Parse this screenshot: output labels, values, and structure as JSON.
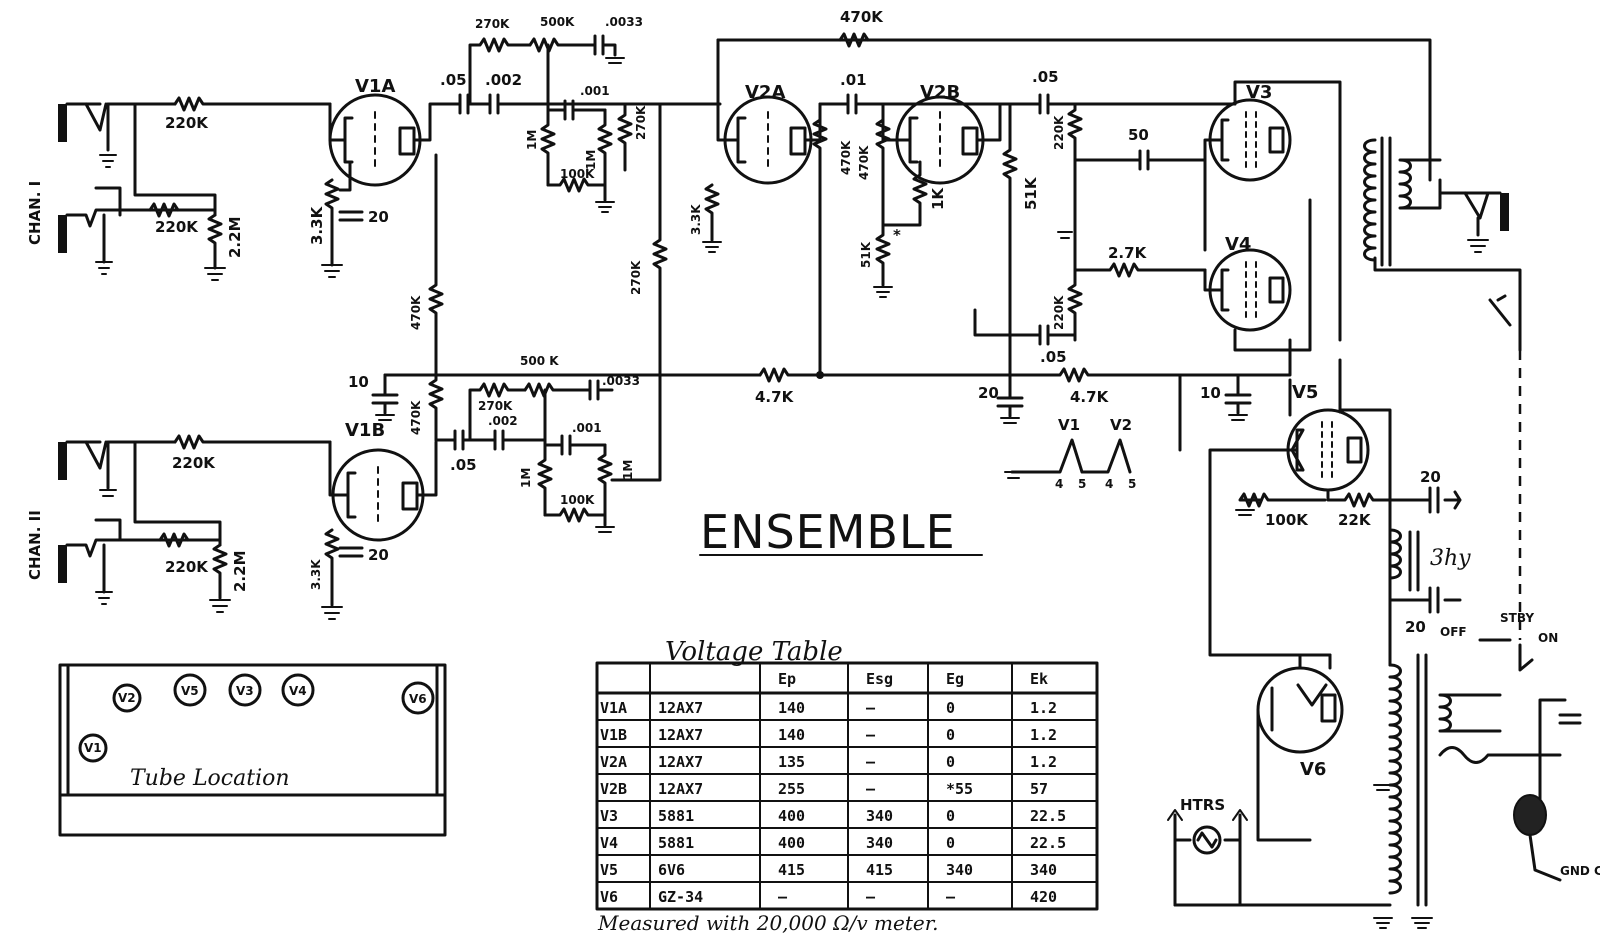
{
  "diagram": {
    "title": "ENSEMBLE",
    "channels": [
      "CHAN. I",
      "CHAN. II"
    ],
    "tubes": [
      "V1A",
      "V1B",
      "V2A",
      "V2B",
      "V3",
      "V4",
      "V5",
      "V6"
    ],
    "components": {
      "r_220k_a": "220K",
      "r_220k_b": "220K",
      "r_220k_c": "220K",
      "r_220k_d": "220K",
      "r_2_2m_a": "2.2M",
      "r_2_2m_b": "2.2M",
      "r_3_3k_a": "3.3K",
      "r_3_3k_b": "3.3K",
      "r_3_3k_c": "3.3K",
      "c_20_a": "20",
      "c_20_b": "20",
      "c_05_a": ".05",
      "c_05_b": ".05",
      "c_05_c": ".05",
      "c_05_d": ".05",
      "c_002_a": ".002",
      "c_002_b": ".002",
      "r_270k_a": "270K",
      "r_270k_b": "270K",
      "r_270k_c": "270K",
      "p_500k_a": "500K",
      "p_500k_b": "500 K",
      "c_0033_a": ".0033",
      "c_0033_b": ".0033",
      "c_001_a": ".001",
      "c_001_b": ".001",
      "r_1m_a": "1M",
      "r_1m_b": "1M",
      "r_1m_c": "1M",
      "r_1m_d": "1M",
      "r_100k_a": "100K",
      "r_100k_b": "100K",
      "r_100k_c": "100K",
      "r_470k_a": "470K",
      "r_470k_b": "470K",
      "r_470k_c": "470K",
      "r_470k_d": "470K",
      "r_470k_e": "470K",
      "c_01": ".01",
      "r_1k": "1K",
      "r_51k_a": "51K",
      "r_51k_b": "51K",
      "r_220k_e": "220K",
      "r_220k_f": "220K",
      "c_50": "50",
      "r_2_7k": "2.7K",
      "r_4_7k_a": "4.7K",
      "r_4_7k_b": "4.7K",
      "c_10_a": "10",
      "c_10_b": "10",
      "c_20_c": "20",
      "c_20_d": "20",
      "c_20_e": "20",
      "r_22k": "22K",
      "choke": "3hy",
      "heater_v1": "V1",
      "heater_v2": "V2",
      "heater_pins": [
        "4",
        "5",
        "4",
        "5"
      ],
      "switch_off": "OFF",
      "switch_stby": "STBY",
      "switch_on": "ON",
      "htrs": "HTRS",
      "ground_clip": "GND CLIP",
      "star": "*"
    },
    "tube_location": {
      "title": "Tube Location",
      "tubes": [
        "V1",
        "V2",
        "V5",
        "V3",
        "V4",
        "V6"
      ]
    },
    "voltage_table": {
      "title": "Voltage Table",
      "headers": [
        "",
        "",
        "Ep",
        "Esg",
        "Eg",
        "Ek"
      ],
      "rows": [
        [
          "V1A",
          "12AX7",
          "140",
          "—",
          "0",
          "1.2"
        ],
        [
          "V1B",
          "12AX7",
          "140",
          "—",
          "0",
          "1.2"
        ],
        [
          "V2A",
          "12AX7",
          "135",
          "—",
          "0",
          "1.2"
        ],
        [
          "V2B",
          "12AX7",
          "255",
          "—",
          "*55",
          "57"
        ],
        [
          "V3",
          "5881",
          "400",
          "340",
          "0",
          "22.5"
        ],
        [
          "V4",
          "5881",
          "400",
          "340",
          "0",
          "22.5"
        ],
        [
          "V5",
          "6V6",
          "415",
          "415",
          "340",
          "340"
        ],
        [
          "V6",
          "GZ-34",
          "—",
          "—",
          "—",
          "420"
        ]
      ],
      "footnote": "Measured with 20,000 Ω/v meter."
    }
  }
}
